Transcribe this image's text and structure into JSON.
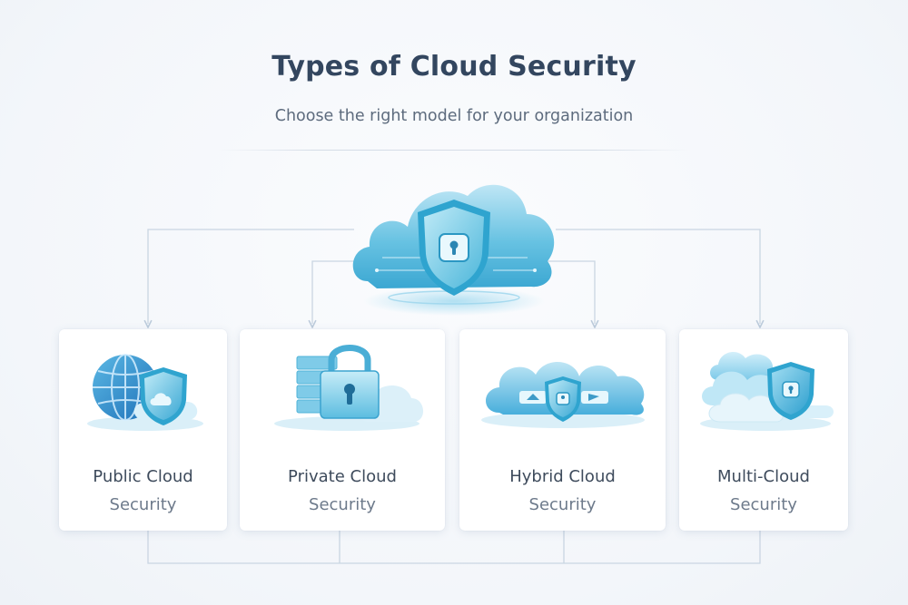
{
  "header": {
    "title": "Types of Cloud Security",
    "subtitle": "Choose the right model for your organization"
  },
  "colors": {
    "title": "#33465f",
    "subtitle": "#5d6b7d",
    "connector": "#c9d5e2",
    "cloud_blue": "#4fb3d8",
    "shield_blue": "#2fa4cf"
  },
  "hub": {
    "icon": "cloud-shield-lock-icon"
  },
  "cards": [
    {
      "line1": "Public Cloud",
      "line2": "Security",
      "icon": "globe-shield-icon"
    },
    {
      "line1": "Private Cloud",
      "line2": "Security",
      "icon": "server-padlock-icon"
    },
    {
      "line1": "Hybrid Cloud",
      "line2": "Security",
      "icon": "clouds-shield-icon"
    },
    {
      "line1": "Multi-Cloud",
      "line2": "Security",
      "icon": "stacked-clouds-shield-icon"
    }
  ]
}
